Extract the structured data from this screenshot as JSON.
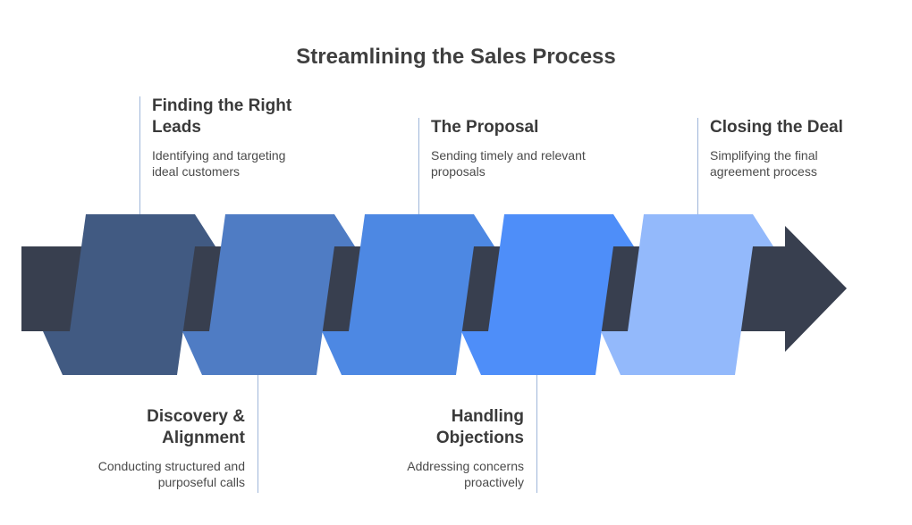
{
  "title": "Streamlining the Sales Process",
  "steps": [
    {
      "title": "Finding the Right Leads",
      "description": "Identifying and targeting ideal customers",
      "color": "#415a82"
    },
    {
      "title": "Discovery & Alignment",
      "description": "Conducting structured and purposeful calls",
      "color": "#4f7cc4"
    },
    {
      "title": "The Proposal",
      "description": "Sending timely and relevant proposals",
      "color": "#4d88e3"
    },
    {
      "title": "Handling Objections",
      "description": "Addressing concerns proactively",
      "color": "#4e8ef9"
    },
    {
      "title": "Closing the Deal",
      "description": "Simplifying the final agreement process",
      "color": "#93b9fb"
    }
  ],
  "colors": {
    "arrow": "#383f4f",
    "connector": "#9fb6d9",
    "title_text": "#3f3f3f"
  }
}
